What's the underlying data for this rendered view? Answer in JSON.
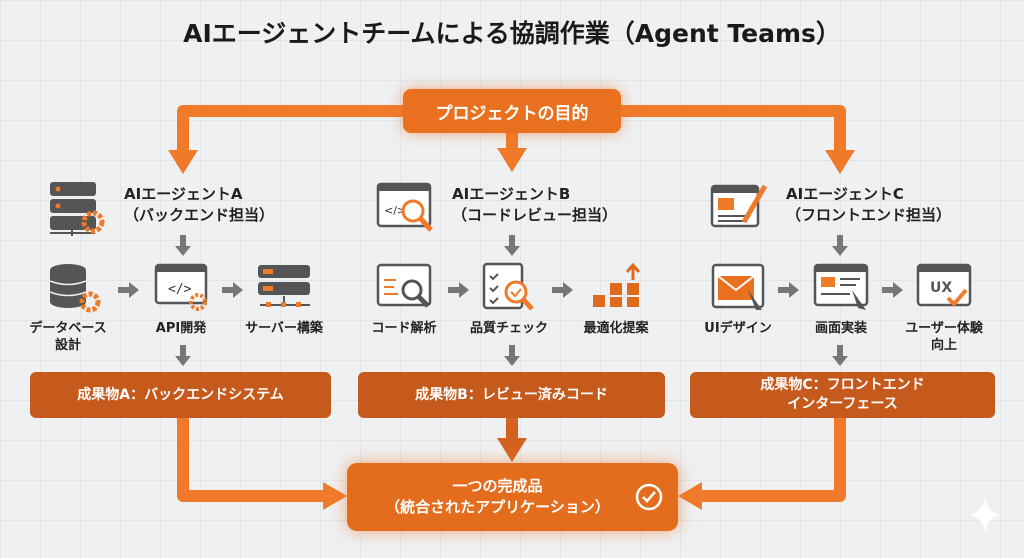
{
  "title": "AIエージェントチームによる協調作業（Agent Teams）",
  "goal": "プロジェクトの目的",
  "agents": [
    {
      "name": "AIエージェントA",
      "role": "（バックエンド担当）",
      "tasks": [
        "データベース\n設計",
        "API開発",
        "サーバー構築"
      ],
      "result": "成果物A：バックエンドシステム"
    },
    {
      "name": "AIエージェントB",
      "role": "（コードレビュー担当）",
      "tasks": [
        "コード解析",
        "品質チェック",
        "最適化提案"
      ],
      "result": "成果物B：レビュー済みコード"
    },
    {
      "name": "AIエージェントC",
      "role": "（フロントエンド担当）",
      "tasks": [
        "UIデザイン",
        "画面実装",
        "ユーザー体験\n向上"
      ],
      "result": "成果物C：フロントエンド\nインターフェース"
    }
  ],
  "final": {
    "line1": "一つの完成品",
    "line2": "（統合されたアプリケーション）"
  },
  "colors": {
    "arrow": "#f07a2a",
    "result": "#c65a1c",
    "final": "#e46c1d",
    "icon": "#555555"
  }
}
